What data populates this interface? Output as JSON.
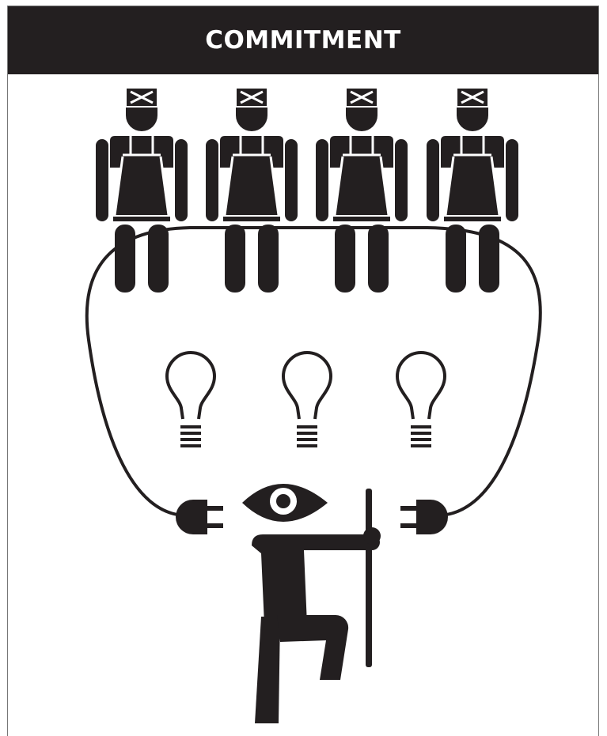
{
  "banner": {
    "title": "COMMITMENT"
  },
  "colors": {
    "ink": "#231f20",
    "paper": "#ffffff"
  },
  "figures": {
    "workers": [
      "worker-figure",
      "worker-figure",
      "worker-figure",
      "worker-figure"
    ],
    "bulbs": [
      "lightbulb-icon",
      "lightbulb-icon",
      "lightbulb-icon"
    ],
    "leader": "leader-figure",
    "eye": "eye-icon",
    "plugs": [
      "plug-icon-left",
      "plug-icon-right"
    ]
  }
}
